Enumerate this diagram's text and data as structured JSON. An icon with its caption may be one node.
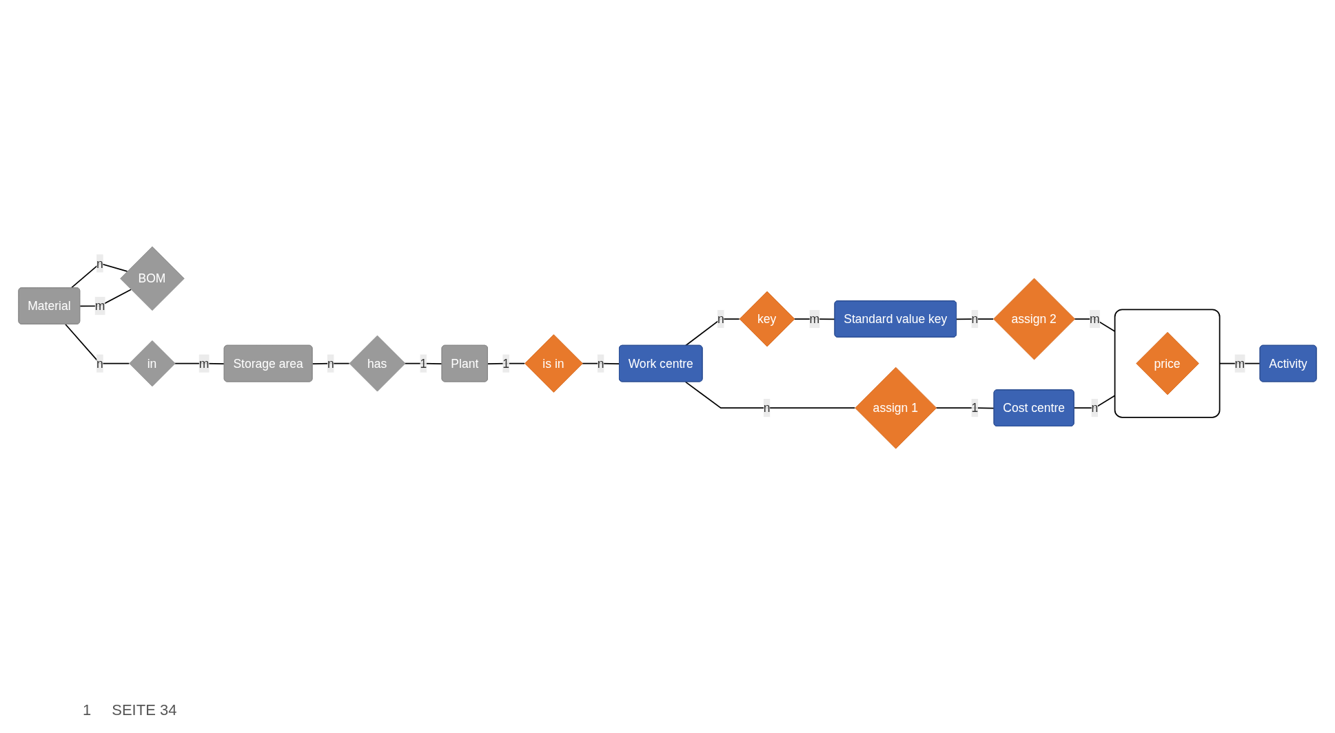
{
  "diagram": {
    "nodes": [
      {
        "text": [
          "Material"
        ]
      },
      {
        "text": [
          "BOM"
        ]
      },
      {
        "text": [
          "in"
        ]
      },
      {
        "text": [
          "Storage area"
        ]
      },
      {
        "text": [
          "has"
        ]
      },
      {
        "text": [
          "Plant"
        ]
      },
      {
        "text": [
          "is in"
        ]
      },
      {
        "text": [
          "Work centre"
        ]
      },
      {
        "text": [
          "key"
        ]
      },
      {
        "text": [
          "Standard value key"
        ]
      },
      {
        "text": [
          "assign 1"
        ]
      },
      {
        "text": [
          "Cost centre"
        ]
      },
      {
        "text": [
          "assign 2"
        ]
      },
      {
        "text": [],
        "shape": "box"
      },
      {
        "text": [
          "price"
        ],
        "in": 13
      },
      {
        "text": [
          "Activity"
        ]
      }
    ],
    "edges": [
      {
        "from": 0,
        "to": 1,
        "arrow": "none",
        "label": "n"
      },
      {
        "from": 0,
        "to": 1,
        "arrow": "none",
        "label": "m"
      },
      {
        "from": 0,
        "to": 2,
        "arrow": "none",
        "label": "n"
      },
      {
        "from": 2,
        "to": 3,
        "arrow": "none",
        "label": "m"
      },
      {
        "from": 3,
        "to": 4,
        "arrow": "none",
        "label": "n"
      },
      {
        "from": 4,
        "to": 5,
        "arrow": "none",
        "label": "1"
      },
      {
        "from": 5,
        "to": 6,
        "arrow": "none",
        "label": "1"
      },
      {
        "from": 6,
        "to": 7,
        "arrow": "none",
        "label": "n"
      },
      {
        "from": 7,
        "to": 8,
        "arrow": "none",
        "label": "n"
      },
      {
        "from": 8,
        "to": 9,
        "arrow": "none",
        "label": "m"
      },
      {
        "from": 9,
        "to": 12,
        "arrow": "none",
        "label": "n"
      },
      {
        "from": 12,
        "to": 13,
        "arrow": "none",
        "label": "m"
      },
      {
        "from": 7,
        "to": 10,
        "arrow": "none",
        "label": "n"
      },
      {
        "from": 10,
        "to": 11,
        "arrow": "none",
        "label": "1"
      },
      {
        "from": 11,
        "to": 13,
        "arrow": "none",
        "label": "n"
      },
      {
        "from": 13,
        "to": 15,
        "arrow": "none",
        "label": "m"
      }
    ],
    "labels": [
      "1",
      "SEITE 34"
    ]
  }
}
